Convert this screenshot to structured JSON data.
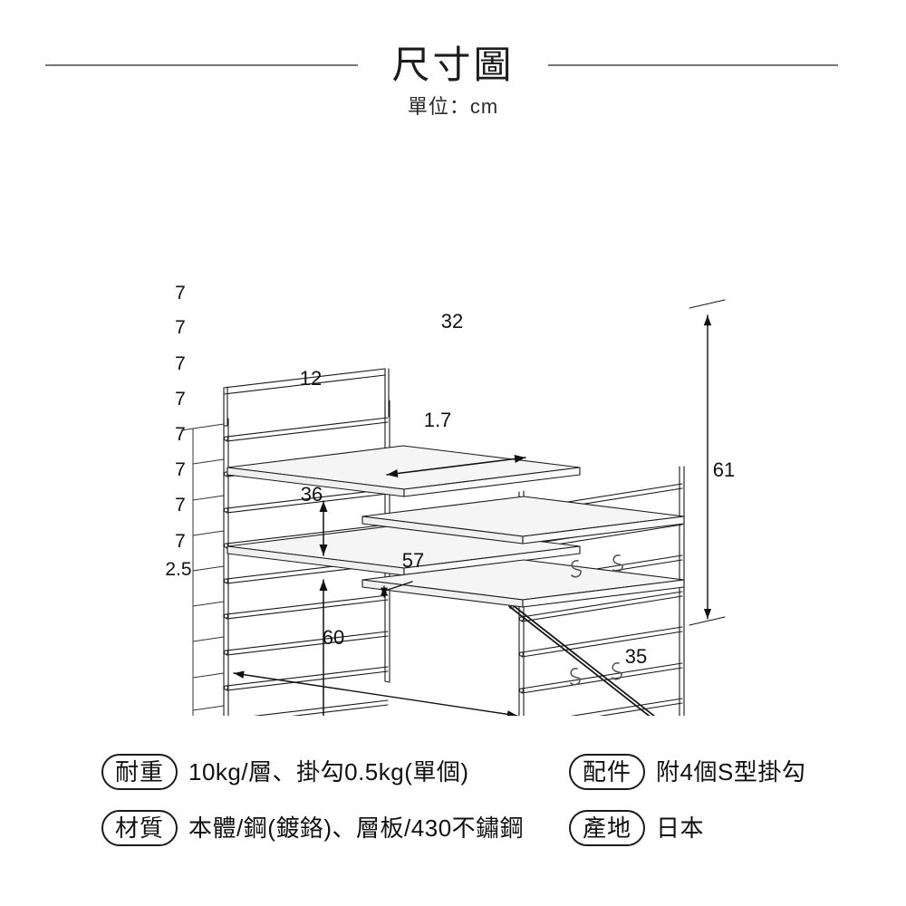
{
  "header": {
    "title": "尺寸圖",
    "unit_label": "單位：cm",
    "rule_color": "#767676"
  },
  "drawing": {
    "type": "isometric-dimension-drawing",
    "subject": "expandable shelf rack",
    "line_color": "#1a1a1a",
    "panel_fill": "#f5f5f5",
    "dimensions": {
      "top_shelf_depth": "32",
      "shelf_gap": "12",
      "shelf_thickness": "1.7",
      "lower_clearance": "36",
      "inner_width": "57",
      "overall_width": "60",
      "overall_depth": "35",
      "overall_height": "61"
    },
    "left_ladder": {
      "steps": [
        "7",
        "7",
        "7",
        "7",
        "7",
        "7",
        "7",
        "7"
      ],
      "base": "2.5"
    },
    "hook_count": 4
  },
  "specs": {
    "rows": [
      {
        "left": {
          "label": "耐重",
          "value": "10kg/層、掛勾0.5kg(單個)"
        },
        "right": {
          "label": "配件",
          "value": "附4個S型掛勾"
        }
      },
      {
        "left": {
          "label": "材質",
          "value": "本體/鋼(鍍鉻)、層板/430不鏽鋼"
        },
        "right": {
          "label": "產地",
          "value": "日本"
        }
      }
    ]
  }
}
